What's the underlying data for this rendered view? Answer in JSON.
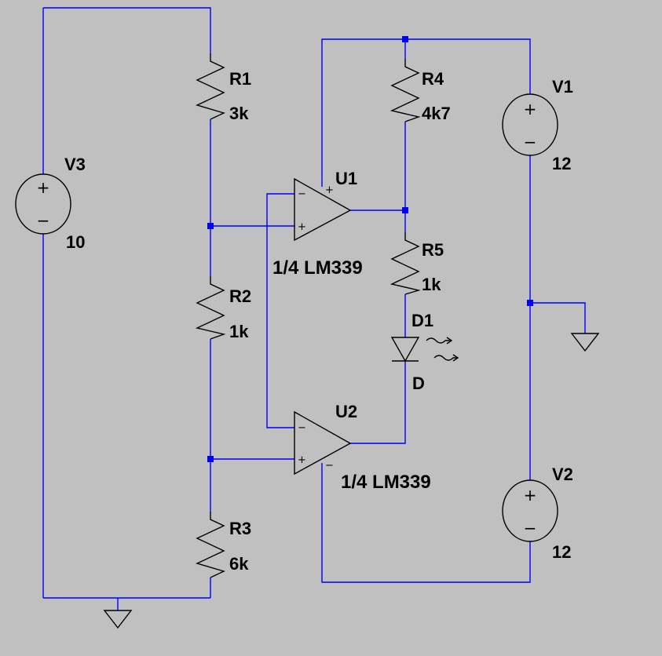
{
  "components": {
    "R1": {
      "ref": "R1",
      "value": "3k"
    },
    "R2": {
      "ref": "R2",
      "value": "1k"
    },
    "R3": {
      "ref": "R3",
      "value": "6k"
    },
    "R4": {
      "ref": "R4",
      "value": "4k7"
    },
    "R5": {
      "ref": "R5",
      "value": "1k"
    },
    "D1": {
      "ref": "D1",
      "value": "D"
    },
    "V1": {
      "ref": "V1",
      "value": "12"
    },
    "V2": {
      "ref": "V2",
      "value": "12"
    },
    "V3": {
      "ref": "V3",
      "value": "10"
    },
    "U1": {
      "ref": "U1",
      "part": "1/4 LM339"
    },
    "U2": {
      "ref": "U2",
      "part": "1/4 LM339"
    }
  },
  "symbols": {
    "plus": "+",
    "minus": "−"
  },
  "colors": {
    "background": "#c0c0c0",
    "wire": "#0000ff",
    "component": "#000000",
    "junction": "#0000ff"
  },
  "icons": {
    "ground": "ground-icon",
    "voltage_source": "voltage-source-icon",
    "resistor": "resistor-icon",
    "led": "led-icon",
    "comparator": "comparator-icon"
  }
}
